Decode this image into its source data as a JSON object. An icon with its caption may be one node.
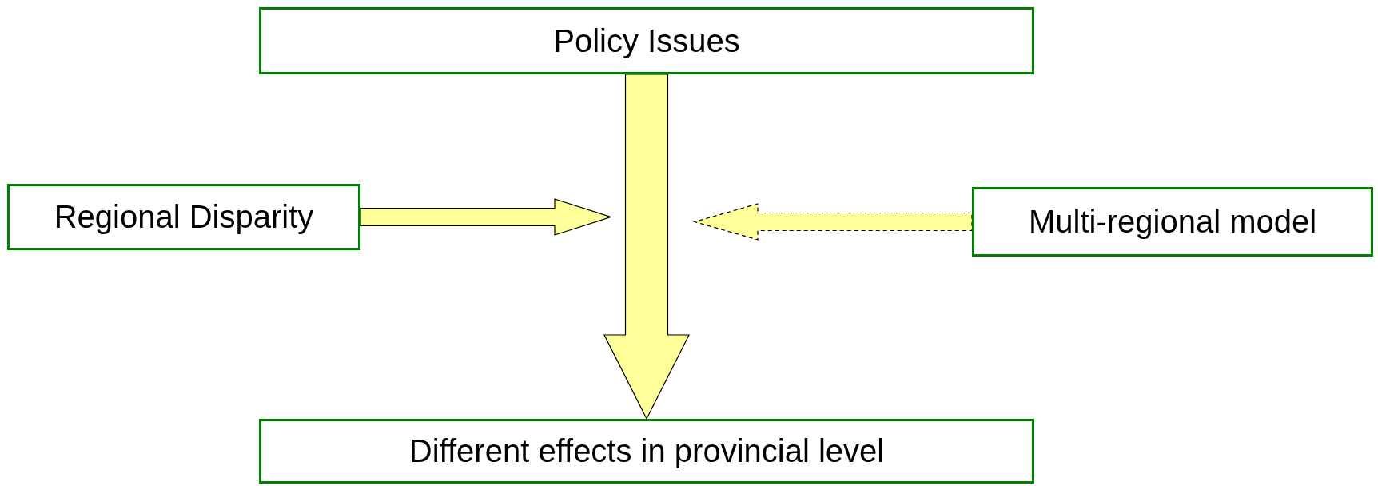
{
  "diagram": {
    "nodes": [
      {
        "text": [
          "Policy Issues"
        ]
      },
      {
        "text": [
          "Regional Disparity"
        ]
      },
      {
        "text": [
          "Multi-regional model"
        ]
      },
      {
        "text": [
          "Different effects in provincial level"
        ]
      }
    ],
    "edges": [
      {
        "from": 0,
        "to": 3,
        "arrow": "to"
      },
      {
        "from": 1,
        "to": null,
        "arrow": "to"
      },
      {
        "from": 2,
        "to": null,
        "arrow": "to",
        "style": "dashed"
      }
    ]
  }
}
